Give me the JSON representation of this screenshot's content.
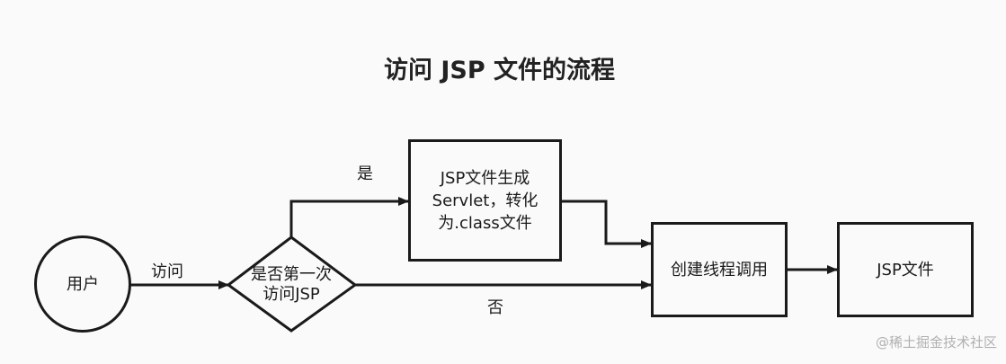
{
  "title": "访问 JSP 文件的流程",
  "nodes": {
    "user": "用户",
    "decision_line1": "是否第一次",
    "decision_line2": "访问JSP",
    "generate_line1": "JSP文件生成",
    "generate_line2": "Servlet，转化",
    "generate_line3": "为.class文件",
    "thread_call": "创建线程调用",
    "jsp_file": "JSP文件"
  },
  "edges": {
    "visit": "访问",
    "yes": "是",
    "no": "否"
  },
  "watermark": "@稀土掘金技术社区"
}
